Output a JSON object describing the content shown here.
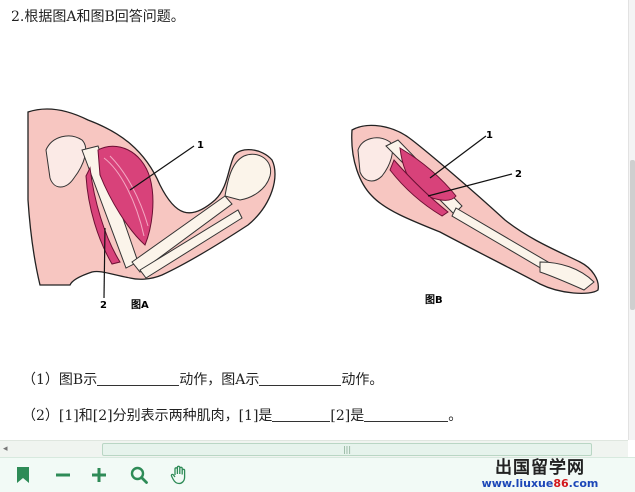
{
  "question": {
    "title": "2.根据图A和图B回答问题。",
    "q1_prefix": "（1）图B示",
    "q1_mid": "动作，图A示",
    "q1_suffix": "动作。",
    "q2_prefix": "（2）[1]和[2]分别表示两种肌肉，[1]是",
    "q2_mid": "[2]是",
    "q2_suffix": "。"
  },
  "figure_a": {
    "caption": "图A",
    "label_1": "1",
    "label_2": "2"
  },
  "figure_b": {
    "caption": "图B",
    "label_1": "1",
    "label_2": "2"
  },
  "scrollbar": {
    "grip": "|||"
  },
  "toolbar": {
    "items": [
      "bookmark-icon",
      "zoom-out-icon",
      "zoom-in-icon",
      "search-icon",
      "hand-tool-icon"
    ],
    "accent": "#2e8b57"
  },
  "watermark": {
    "title": "出国留学网",
    "url_a": "www.liuxue",
    "url_b": "86",
    "url_c": ".com"
  }
}
